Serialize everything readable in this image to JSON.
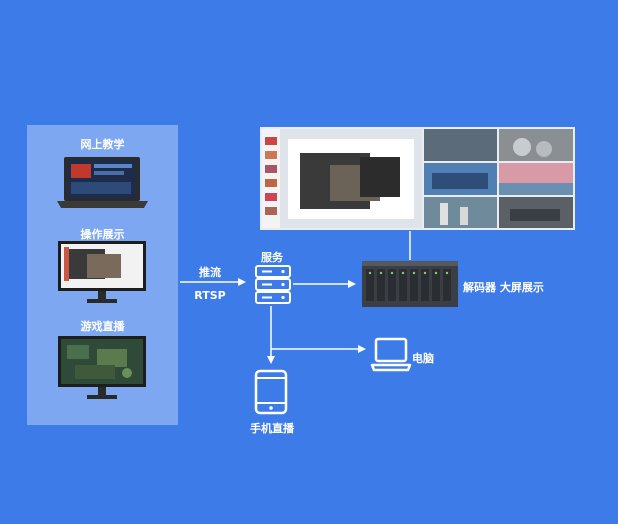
{
  "sources": [
    {
      "label": "网上教学",
      "icon": "laptop-icon"
    },
    {
      "label": "操作展示",
      "icon": "monitor-icon"
    },
    {
      "label": "游戏直播",
      "icon": "monitor-icon"
    }
  ],
  "link_label_top": "推流",
  "link_label_bottom": "RTSP",
  "server": {
    "label": "服务",
    "icon": "server-icon"
  },
  "decoder": {
    "label": "解码器 大屏展示",
    "icon": "decoder-icon"
  },
  "pc": {
    "label": "电脑",
    "icon": "laptop-outline-icon"
  },
  "phone": {
    "label": "手机直播",
    "icon": "phone-icon"
  },
  "video_wall": {
    "icon": "video-wall-icon"
  },
  "colors": {
    "background": "#3d7be8",
    "panel": "#7ea7f1",
    "line": "#ffffff"
  }
}
